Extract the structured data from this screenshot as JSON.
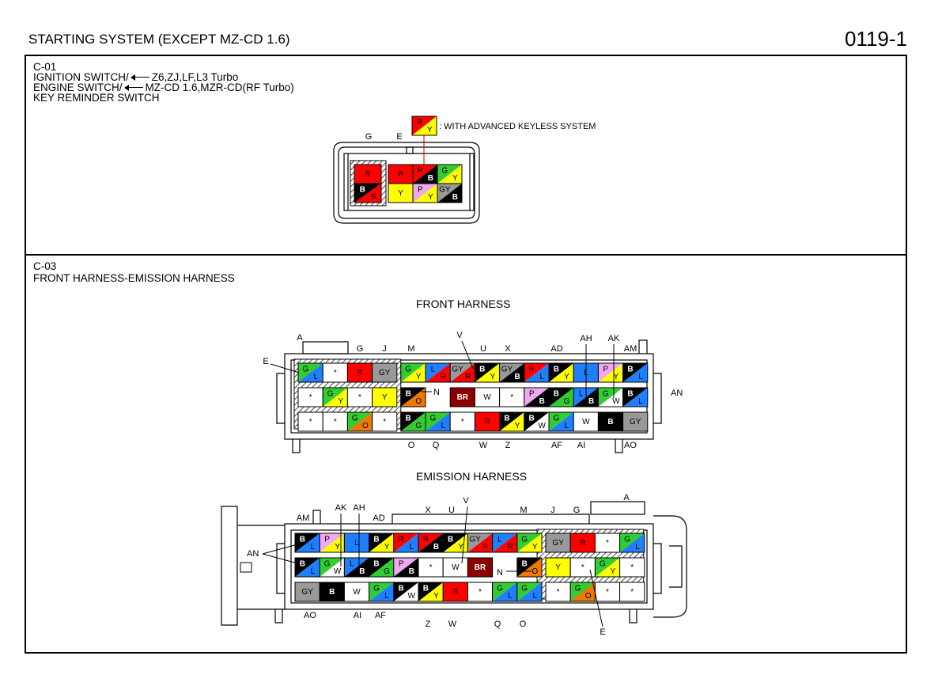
{
  "header": {
    "title": "STARTING SYSTEM (EXCEPT MZ-CD 1.6)",
    "code": "0119-1"
  },
  "c01": {
    "code": "C-01",
    "line1_name": "IGNITION SWITCH/",
    "line1_engines": "Z6,ZJ,LF,L3 Turbo",
    "line2_name": "ENGINE SWITCH/",
    "line2_engines": "MZ-CD 1.6,MZR-CD(RF Turbo)",
    "line3": "KEY REMINDER SWITCH",
    "note": ": WITH ADVANCED KEYLESS SYSTEM",
    "legend_cell": [
      "R",
      "Y"
    ],
    "pin_labels": [
      "G",
      "E"
    ],
    "left_cells": [
      [
        "R"
      ],
      [
        "B",
        "R"
      ]
    ],
    "grid": [
      [
        [
          "R"
        ],
        [
          "R",
          "B"
        ],
        [
          "G",
          "Y"
        ]
      ],
      [
        [
          "Y"
        ],
        [
          "P",
          "Y"
        ],
        [
          "GY",
          "B"
        ]
      ]
    ]
  },
  "c03": {
    "code": "C-03",
    "name": "FRONT HARNESS-EMISSION HARNESS",
    "front_heading": "FRONT HARNESS",
    "emission_heading": "EMISSION HARNESS",
    "front": {
      "top_labels": [
        "A",
        "G",
        "J",
        "M",
        "V",
        "U",
        "X",
        "AD",
        "AH",
        "AK",
        "AM"
      ],
      "side_labels": [
        "E",
        "N",
        "AN"
      ],
      "bottom_labels": [
        "O",
        "Q",
        "W",
        "Z",
        "AF",
        "AI",
        "AO"
      ],
      "row1": [
        [
          "G",
          "L"
        ],
        [
          "*"
        ],
        [
          "R"
        ],
        [
          "GY"
        ],
        [
          "G",
          "Y"
        ],
        [
          "L",
          "R"
        ],
        [
          "GY",
          "R"
        ],
        [
          "B",
          "Y"
        ],
        [
          "GY",
          "B"
        ],
        [
          "R",
          "L"
        ],
        [
          "B",
          "Y"
        ],
        [
          "L"
        ],
        [
          "P",
          "Y"
        ],
        [
          "B",
          "L"
        ]
      ],
      "row2": [
        [
          "*"
        ],
        [
          "G",
          "Y"
        ],
        [
          "*"
        ],
        [
          "Y"
        ],
        [
          "B",
          "O"
        ],
        [],
        [
          "BR"
        ],
        [
          "W"
        ],
        [
          "*"
        ],
        [
          "P",
          "B"
        ],
        [
          "B",
          "G"
        ],
        [
          "L",
          "B"
        ],
        [
          "G",
          "W"
        ],
        [
          "B",
          "L"
        ]
      ],
      "row3": [
        [
          "*"
        ],
        [
          "*"
        ],
        [
          "G",
          "O"
        ],
        [
          "*"
        ],
        [
          "B",
          "G"
        ],
        [
          "G",
          "L"
        ],
        [
          "*"
        ],
        [
          "R"
        ],
        [
          "B",
          "Y"
        ],
        [
          "B",
          "W"
        ],
        [
          "G",
          "L"
        ],
        [
          "W"
        ],
        [
          "B"
        ],
        [
          "GY"
        ]
      ]
    },
    "emission": {
      "top_labels": [
        "AK",
        "AH",
        "AM",
        "AD",
        "X",
        "U",
        "V",
        "M",
        "J",
        "G",
        "A"
      ],
      "side_labels": [
        "AN",
        "N",
        "E"
      ],
      "bottom_labels": [
        "AO",
        "AI",
        "AF",
        "Z",
        "W",
        "Q",
        "O"
      ],
      "row1": [
        [
          "B",
          "L"
        ],
        [
          "P",
          "Y"
        ],
        [
          "L"
        ],
        [
          "B",
          "Y"
        ],
        [
          "R",
          "L"
        ],
        [
          "R",
          "B"
        ],
        [
          "B",
          "Y"
        ],
        [
          "GY",
          "R"
        ],
        [
          "L",
          "R"
        ],
        [
          "G",
          "Y"
        ],
        [
          "GY"
        ],
        [
          "R"
        ],
        [
          "*"
        ],
        [
          "G",
          "L"
        ]
      ],
      "row2": [
        [
          "B",
          "L"
        ],
        [
          "G",
          "W"
        ],
        [
          "L",
          "B"
        ],
        [
          "B",
          "G"
        ],
        [
          "P",
          "B"
        ],
        [
          "*"
        ],
        [
          "W"
        ],
        [
          "BR"
        ],
        [],
        [
          "B",
          "O"
        ],
        [
          "Y"
        ],
        [
          "*"
        ],
        [
          "G",
          "Y"
        ],
        [
          "*"
        ]
      ],
      "row3": [
        [
          "GY"
        ],
        [
          "B"
        ],
        [
          "W"
        ],
        [
          "G",
          "L"
        ],
        [
          "B",
          "W"
        ],
        [
          "B",
          "Y"
        ],
        [
          "R"
        ],
        [
          "*"
        ],
        [
          "G",
          "L"
        ],
        [
          "G",
          "L"
        ],
        [
          "*"
        ],
        [
          "G",
          "O"
        ],
        [
          "*"
        ],
        [
          "*"
        ]
      ]
    }
  },
  "colors": {
    "R": "#ff0000",
    "Y": "#ffff00",
    "B": "#000000",
    "G": "#33cc33",
    "L": "#1e7fff",
    "P": "#f0a8f0",
    "GY": "#999999",
    "W": "#ffffff",
    "O": "#f07800",
    "BR": "#8b0000",
    "*": "#ffffff"
  }
}
